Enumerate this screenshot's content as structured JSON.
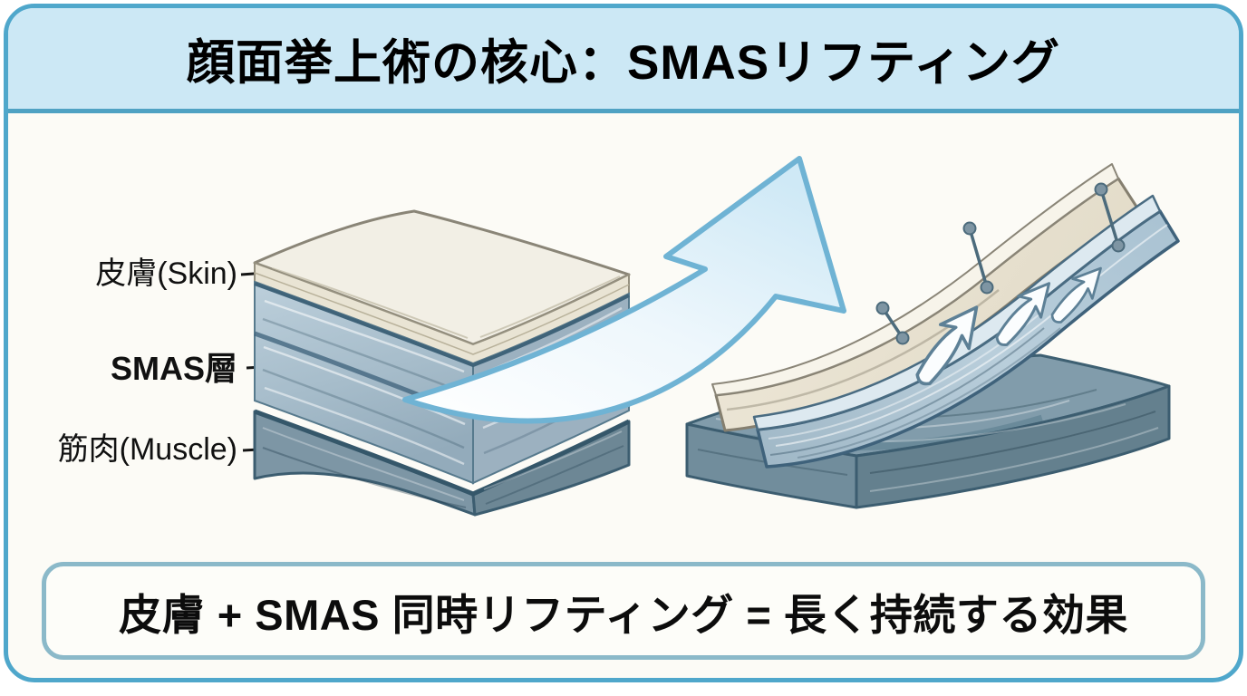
{
  "header": {
    "title": "顔面挙上術の核心：SMASリフティング"
  },
  "diagram": {
    "label_skin": "皮膚(Skin)",
    "label_smas": "SMAS層",
    "label_muscle": "筋肉(Muscle)"
  },
  "footer": {
    "text": "皮膚 + SMAS 同時リフティング = 長く持続する効果"
  },
  "colors": {
    "frame_border": "#4fa7cb",
    "header_bg": "#cce8f5",
    "header_divider": "#4fa2c3",
    "canvas_bg": "#fcfbf6",
    "footer_border": "#8bb9c9",
    "skin_layer": "#f2efe5",
    "smas_layer": "#aec4d1",
    "muscle_layer": "#7d96a5",
    "lift_arrow_fill": "#e4f2fa",
    "lift_arrow_stroke": "#6fb3d4"
  }
}
